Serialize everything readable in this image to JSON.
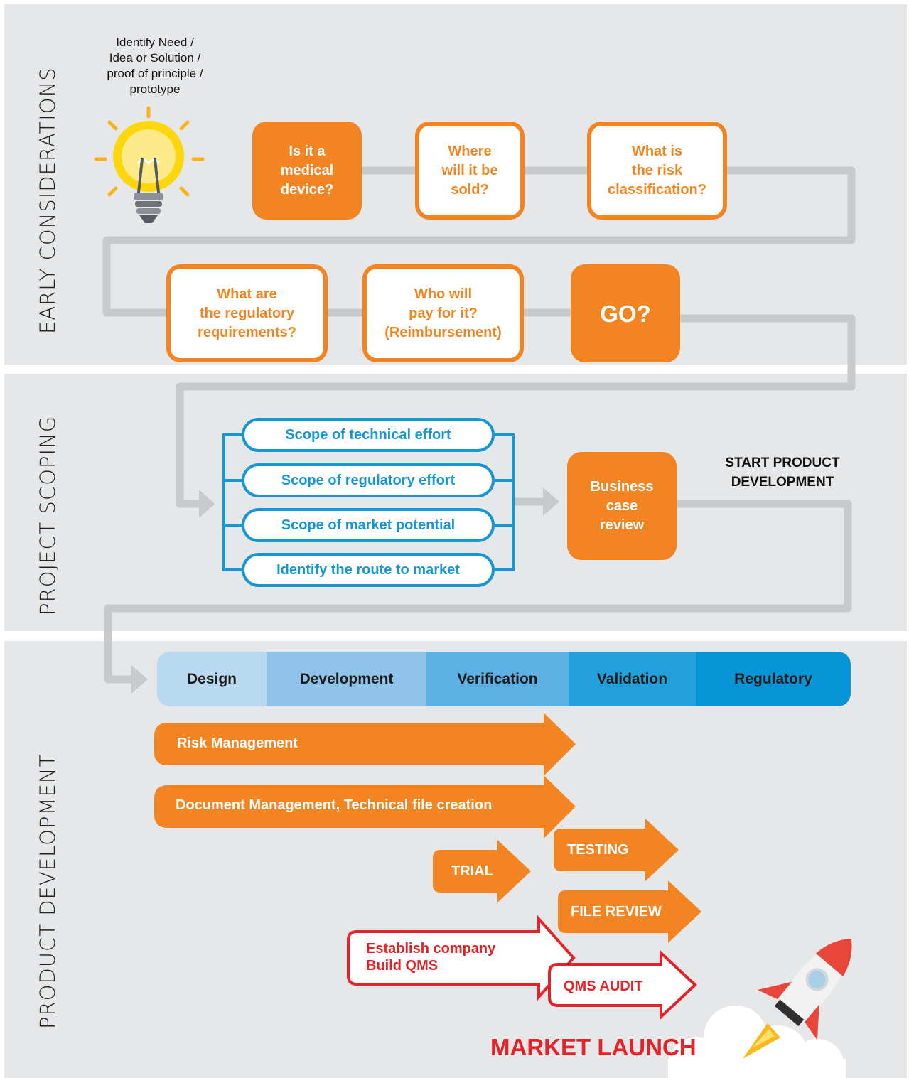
{
  "sections": {
    "early": "EARLY CONSIDERATIONS",
    "scoping": "PROJECT SCOPING",
    "development": "PRODUCT DEVELOPMENT"
  },
  "idea_text": "Identify Need /\nIdea or Solution /\nproof of principle /\nprototype",
  "questions_row1": [
    "Is it a\nmedical\ndevice?",
    "Where\nwill it be\nsold?",
    "What is\nthe risk\nclassification?"
  ],
  "questions_row2": [
    "What are\nthe regulatory\nrequirements?",
    "Who will\npay for it?\n(Reimbursement)"
  ],
  "go": "GO?",
  "scoping_items": [
    "Scope of technical effort",
    "Scope of regulatory effort",
    "Scope of market potential",
    "Identify the route to market"
  ],
  "business_case": "Business\ncase\nreview",
  "start_dev": "START PRODUCT\nDEVELOPMENT",
  "phases": [
    "Design",
    "Development",
    "Verification",
    "Validation",
    "Regulatory"
  ],
  "phase_colors": [
    "#b9d9f1",
    "#8fc3ea",
    "#5cb0e3",
    "#22a0db",
    "#0895d7"
  ],
  "activities": {
    "risk": "Risk Management",
    "docs": "Document Management, Technical file creation",
    "testing": "TESTING",
    "trial": "TRIAL",
    "file_review": "FILE REVIEW"
  },
  "qms": {
    "establish": "Establish company\nBuild QMS",
    "audit": "QMS AUDIT"
  },
  "launch": "MARKET LAUNCH",
  "colors": {
    "orange": "#f28522",
    "blue": "#1697d4",
    "red": "#e42227",
    "gray_line": "#c8c9cb",
    "band": "#e6e7e9"
  }
}
